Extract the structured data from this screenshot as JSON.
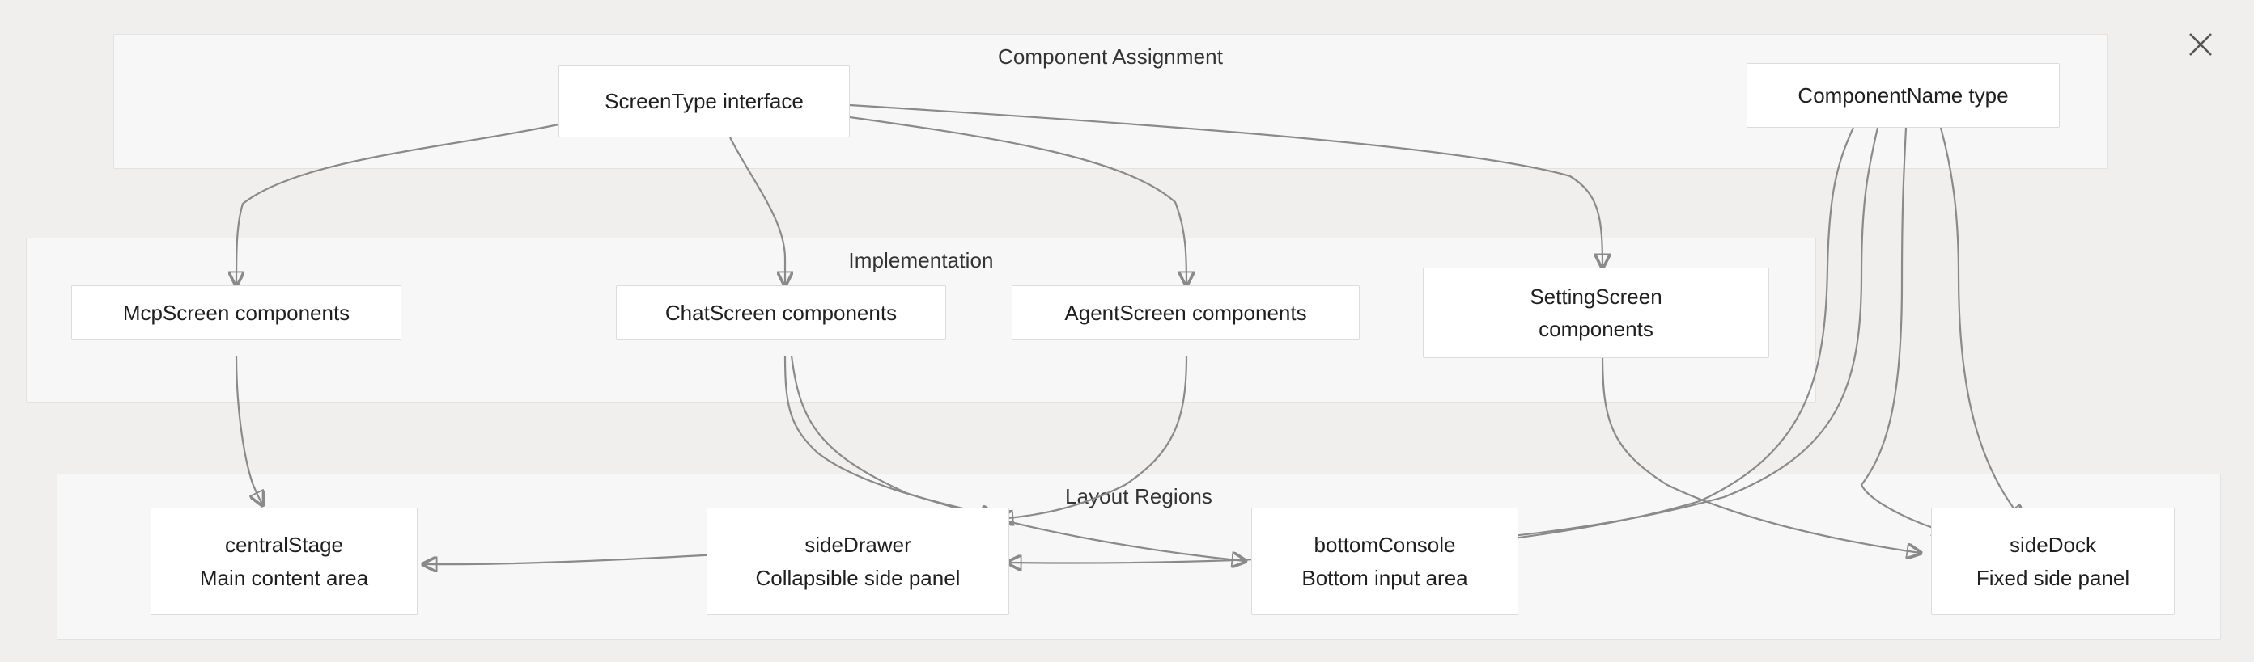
{
  "diagram": {
    "type": "flowchart",
    "direction": "top-down",
    "background_color": "#f0efed",
    "cluster_fill": "#f7f7f7",
    "cluster_stroke": "#e2e2e2",
    "node_fill": "#ffffff",
    "node_stroke": "#dcdcdc",
    "edge_stroke": "#8a8a8a",
    "text_color": "#1f1f1f"
  },
  "close_button": {
    "icon": "close-icon",
    "label": "✕"
  },
  "clusters": [
    {
      "id": "component-assignment",
      "label": "Component Assignment"
    },
    {
      "id": "implementation",
      "label": "Implementation"
    },
    {
      "id": "layout-regions",
      "label": "Layout Regions"
    }
  ],
  "nodes": {
    "screen_type": {
      "line1": "ScreenType interface"
    },
    "component_name": {
      "line1": "ComponentName type"
    },
    "mcp_screen": {
      "line1": "McpScreen components"
    },
    "chat_screen": {
      "line1": "ChatScreen components"
    },
    "agent_screen": {
      "line1": "AgentScreen components"
    },
    "setting_screen": {
      "line1": "SettingScreen",
      "line2": "components"
    },
    "central_stage": {
      "line1": "centralStage",
      "line2": "Main content area"
    },
    "side_drawer": {
      "line1": "sideDrawer",
      "line2": "Collapsible side panel"
    },
    "bottom_console": {
      "line1": "bottomConsole",
      "line2": "Bottom input area"
    },
    "side_dock": {
      "line1": "sideDock",
      "line2": "Fixed side panel"
    }
  },
  "edges": [
    {
      "from": "screen_type",
      "to": "mcp_screen"
    },
    {
      "from": "screen_type",
      "to": "chat_screen"
    },
    {
      "from": "screen_type",
      "to": "agent_screen"
    },
    {
      "from": "screen_type",
      "to": "setting_screen"
    },
    {
      "from": "mcp_screen",
      "to": "central_stage"
    },
    {
      "from": "chat_screen",
      "to": "side_drawer"
    },
    {
      "from": "chat_screen",
      "to": "bottom_console"
    },
    {
      "from": "agent_screen",
      "to": "side_drawer"
    },
    {
      "from": "setting_screen",
      "to": "side_dock"
    },
    {
      "from": "component_name",
      "to": "side_drawer"
    },
    {
      "from": "component_name",
      "to": "bottom_console"
    },
    {
      "from": "component_name",
      "to": "side_dock"
    },
    {
      "from": "side_drawer",
      "to": "central_stage"
    }
  ]
}
